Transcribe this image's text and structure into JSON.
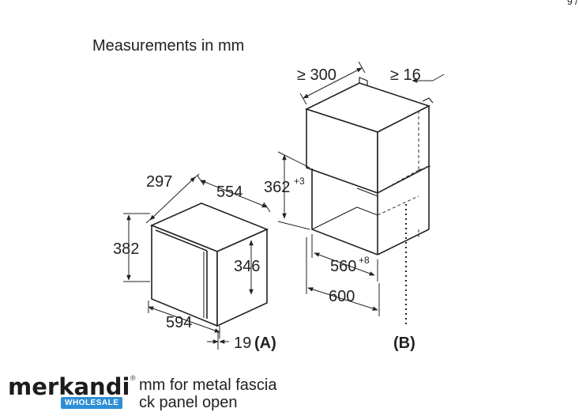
{
  "page_marker": "9 /",
  "title": "Measurements in mm",
  "appliance": {
    "depth": "297",
    "width_top": "554",
    "height_outer": "382",
    "height_inner": "346",
    "width_front": "594",
    "fascia": "19",
    "ref": "(A)"
  },
  "cabinet": {
    "depth_min": "≥ 300",
    "gap_min": "≥ 16",
    "niche_height": "362",
    "niche_height_tol": "+3",
    "niche_width": "560",
    "niche_width_tol": "+8",
    "cabinet_width": "600",
    "ref": "(B)"
  },
  "footer": {
    "brand": "merkandi",
    "trademark": "®",
    "badge": "WHOLESALE",
    "note_line1": "mm for metal fascia",
    "note_line2": "ck panel open"
  }
}
